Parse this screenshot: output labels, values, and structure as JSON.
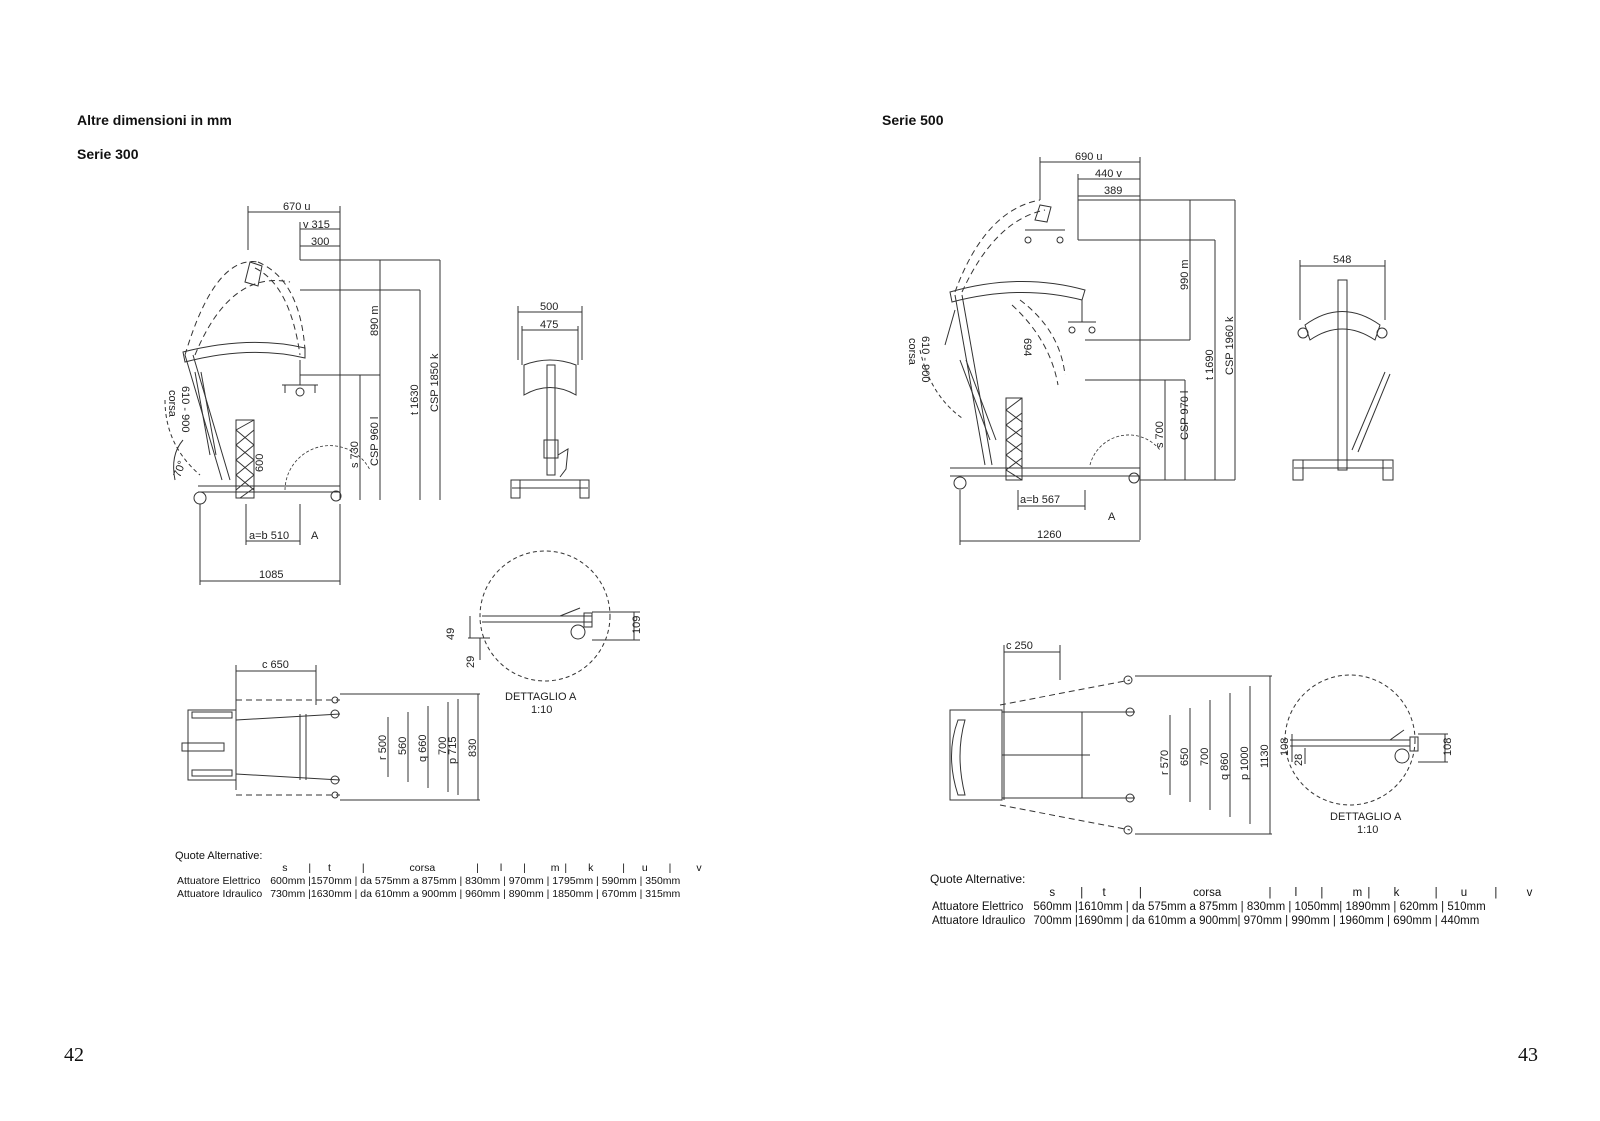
{
  "left": {
    "heading1": "Altre dimensioni in mm",
    "heading2": "Serie 300",
    "dims": {
      "u": "670  u",
      "v": "v  315",
      "w300": "300",
      "m": "890  m",
      "t": "t 1630",
      "k": "CSP 1850  k",
      "s": "s  730",
      "l": "CSP  960  l",
      "corsa": "corsa",
      "range": "610 - 900",
      "angle": "70°",
      "h600": "600",
      "ab": "a=b  510",
      "A": "A",
      "base": "1085",
      "w500": "500",
      "w475": "475",
      "c": "c  650",
      "r": "r  500",
      "d560": "560",
      "q": "q  660",
      "d700": "700",
      "p": "p  715",
      "d830": "830",
      "d49": "49",
      "d29": "29",
      "d109": "109",
      "detail_title": "DETTAGLIO A",
      "detail_scale": "1:10"
    },
    "quote": {
      "title": "Quote Alternative:",
      "header": [
        "s",
        "|",
        "t",
        "|",
        "corsa",
        "|",
        "l",
        "|",
        "m",
        "|",
        "k",
        "|",
        "u",
        "|",
        "v"
      ],
      "rows": [
        {
          "label": "Attuatore Elettrico",
          "values": "600mm |1570mm | da 575mm a 875mm | 830mm | 970mm | 1795mm | 590mm | 350mm"
        },
        {
          "label": "Attuatore Idraulico",
          "values": "730mm |1630mm | da 610mm a 900mm | 960mm | 890mm  | 1850mm | 670mm | 315mm"
        }
      ]
    },
    "page_number": "42"
  },
  "right": {
    "heading": "Serie 500",
    "dims": {
      "u": "690  u",
      "v": "440  v",
      "w389": "389",
      "m": "990  m",
      "k": "CSP 1960  k",
      "t": "t 1690",
      "l": "CSP  970  l",
      "s": "s  700",
      "d694": "694",
      "range": "610 - 900",
      "corsa": "corsa",
      "ab": "a=b  567",
      "A": "A",
      "base": "1260",
      "w548": "548",
      "c": "c  250",
      "r": "r  570",
      "d650": "650",
      "d700": "700",
      "q": "q  860",
      "p": "p 1000",
      "d1130": "1130",
      "d108a": "108",
      "d28": "28",
      "d108b": "108",
      "detail_title": "DETTAGLIO A",
      "detail_scale": "1:10"
    },
    "quote": {
      "title": "Quote Alternative:",
      "header": [
        "s",
        "|",
        "t",
        "|",
        "corsa",
        "|",
        "l",
        "|",
        "m",
        "|",
        "k",
        "|",
        "u",
        "|",
        "v"
      ],
      "rows": [
        {
          "label": "Attuatore Elettrico",
          "values": "560mm |1610mm | da 575mm a 875mm | 830mm | 1050mm| 1890mm | 620mm | 510mm"
        },
        {
          "label": "Attuatore Idraulico",
          "values": "700mm |1690mm | da 610mm a 900mm| 970mm | 990mm  | 1960mm | 690mm | 440mm"
        }
      ]
    },
    "page_number": "43"
  }
}
